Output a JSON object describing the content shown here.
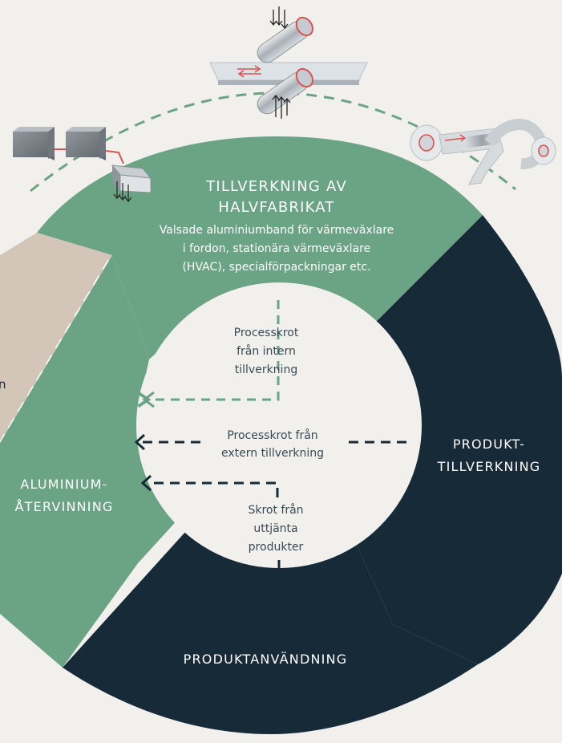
{
  "colors": {
    "background": "#f2f0ed",
    "green": "#6aa484",
    "navy": "#162a38",
    "beige": "#d3c6b8",
    "center": "#f2f0ed",
    "arrow_green": "#6aa484",
    "arrow_navy": "#162a38",
    "machine_red": "#d9534f"
  },
  "segments": {
    "semi_finished": {
      "title_line1": "TILLVERKNING AV",
      "title_line2": "HALVFABRIKAT",
      "desc_line1": "Valsade aluminiumband för värmeväxlare",
      "desc_line2": "i fordon, stationära värmeväxlare",
      "desc_line3": "(HVAC), specialförpackningar etc."
    },
    "product_manufacturing": {
      "title_line1": "PRODUKT-",
      "title_line2": "TILLVERKNING"
    },
    "product_use": {
      "title": "PRODUKTANVÄNDNING"
    },
    "recycling": {
      "title_line1": "ALUMINIUM-",
      "title_line2": "ÅTERVINNING"
    },
    "beige_fragment": {
      "text": "n"
    }
  },
  "flows": {
    "internal_scrap": {
      "line1": "Processkrot",
      "line2": "från intern",
      "line3": "tillverkning"
    },
    "external_scrap": {
      "line1": "Processkrot från",
      "line2": "extern tillverkning"
    },
    "used_products_scrap": {
      "line1": "Skrot från",
      "line2": "uttjänta",
      "line3": "produkter"
    }
  },
  "icons": {
    "rolling_mill": "rolling-mill-icon",
    "casting_line": "casting-furnace-icon",
    "coil_line": "coil-processing-icon"
  }
}
